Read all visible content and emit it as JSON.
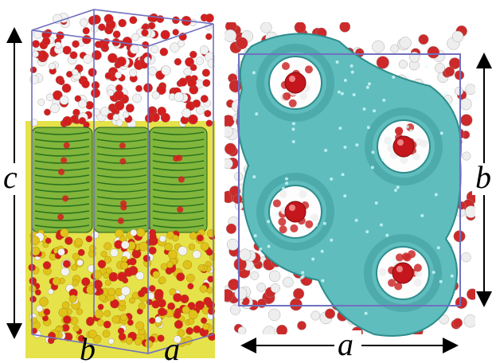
{
  "figure": {
    "left_panel": {
      "labels": {
        "vertical_axis": "c",
        "bottom_axis_1": "b",
        "bottom_axis_2": "a"
      },
      "colors": {
        "highlight": "#e6e24a",
        "nanotube": "#2f8f2f",
        "oxygen": "#d41e1e",
        "hydrogen": "#f2f2f2",
        "sodium": "#e0c21a",
        "box_edge": "#7070c0"
      }
    },
    "right_panel": {
      "labels": {
        "right_axis": "b",
        "bottom_axis": "a"
      },
      "colors": {
        "membrane": "#5fbdbd",
        "membrane_dark": "#2f8c8c",
        "oxygen": "#cc2a2a",
        "hydrogen": "#eeeeee",
        "box_edge": "#7070c0"
      }
    }
  }
}
